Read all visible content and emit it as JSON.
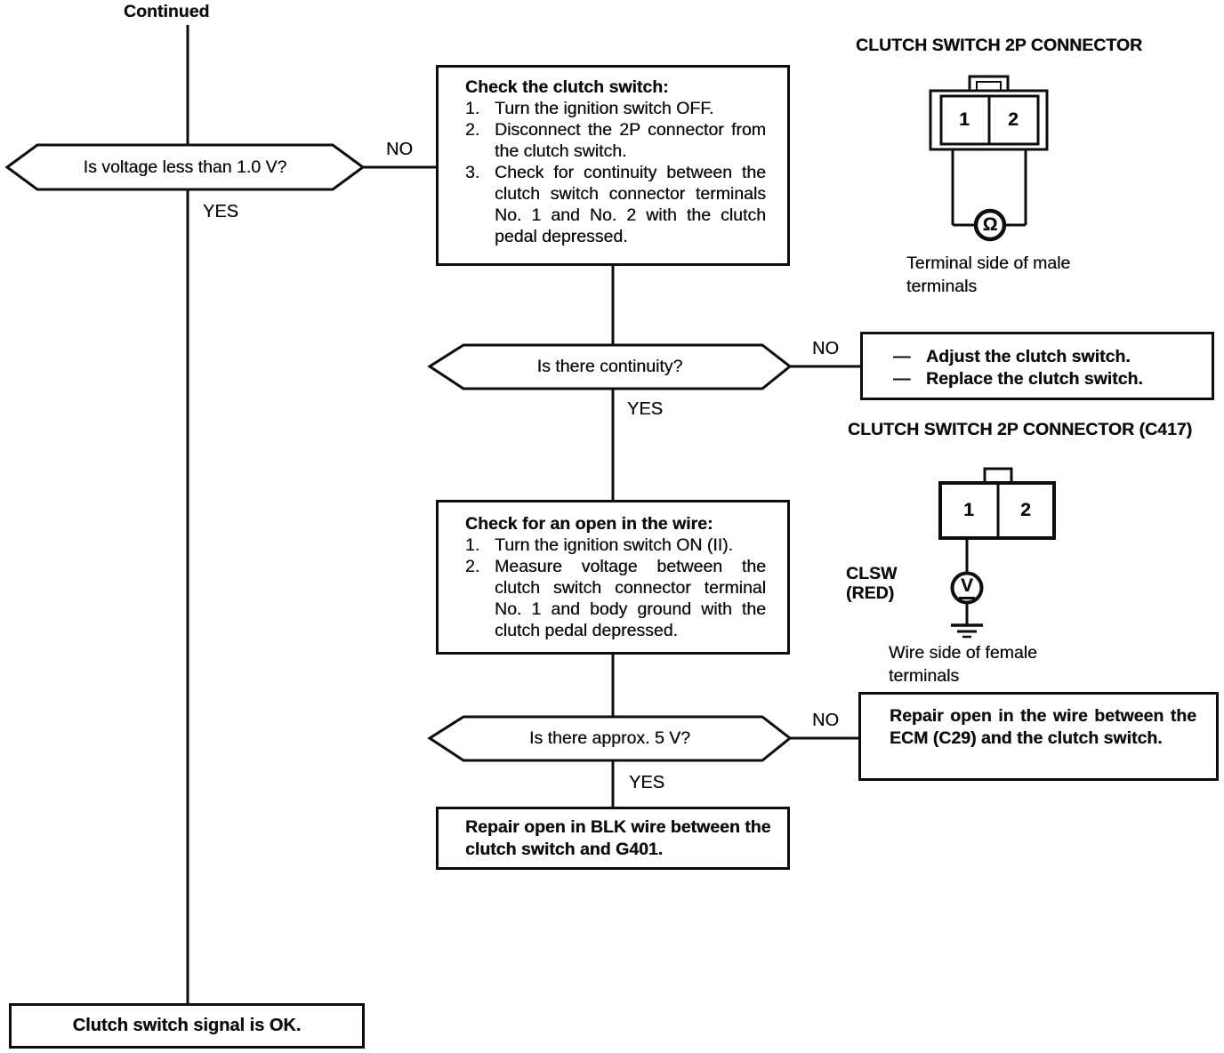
{
  "labels": {
    "continued": "Continued",
    "yes": "YES",
    "no": "NO"
  },
  "decisions": {
    "d1": "Is voltage less than 1.0 V?",
    "d2": "Is there continuity?",
    "d3": "Is there approx. 5 V?"
  },
  "process1": {
    "title": "Check the clutch switch:",
    "steps": [
      {
        "n": "1.",
        "t": "Turn the ignition switch OFF."
      },
      {
        "n": "2.",
        "t": "Disconnect the 2P connector from the clutch switch."
      },
      {
        "n": "3.",
        "t": "Check for continuity between the clutch switch connector terminals No. 1 and No. 2 with the clutch pedal depressed."
      }
    ]
  },
  "process2": {
    "title": "Check for an open in the wire:",
    "steps": [
      {
        "n": "1.",
        "t": "Turn the ignition switch ON (II)."
      },
      {
        "n": "2.",
        "t": "Measure voltage between the clutch switch connector terminal No. 1 and body ground with the clutch pedal depressed."
      }
    ]
  },
  "actions": {
    "adjust_replace": {
      "dash": "—",
      "items": [
        "Adjust the clutch switch.",
        "Replace the clutch switch."
      ]
    },
    "repair_ecm": "Repair open in the wire between the ECM (C29) and the clutch switch.",
    "repair_blk": "Repair open in BLK wire between the clutch switch and G401.",
    "ok": "Clutch switch signal is OK."
  },
  "connector1": {
    "title": "CLUTCH SWITCH 2P CONNECTOR",
    "pin1": "1",
    "pin2": "2",
    "meter": "Ω",
    "caption": "Terminal side of male terminals"
  },
  "connector2": {
    "title": "CLUTCH SWITCH 2P CONNECTOR (C417)",
    "pin1": "1",
    "pin2": "2",
    "meter": "V",
    "signal": "CLSW",
    "wire_color": "(RED)",
    "caption": "Wire side of female terminals"
  },
  "palette": {
    "ink": "#0d0d0d",
    "paper": "#ffffff"
  }
}
